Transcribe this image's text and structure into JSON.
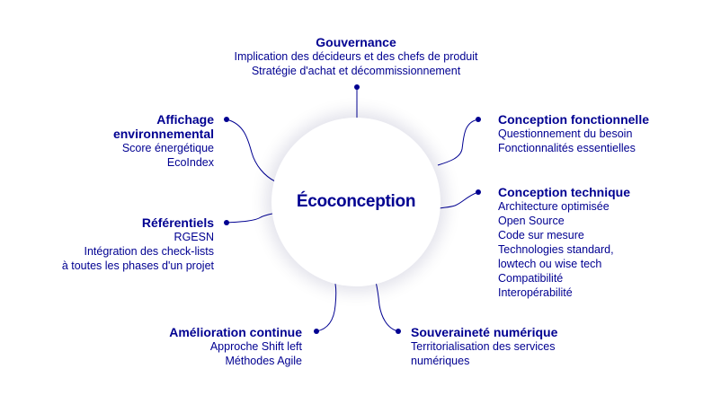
{
  "center": {
    "label": "Écoconception"
  },
  "branches": {
    "gouvernance": {
      "title": "Gouvernance",
      "items": [
        "Implication des décideurs et des chefs de produit",
        "Stratégie d'achat et décommissionnement"
      ]
    },
    "conception_fonctionnelle": {
      "title": "Conception fonctionnelle",
      "items": [
        "Questionnement du besoin",
        "Fonctionnalités essentielles"
      ]
    },
    "conception_technique": {
      "title": "Conception technique",
      "items": [
        "Architecture optimisée",
        "Open Source",
        "Code sur mesure",
        "Technologies standard,",
        "lowtech ou wise tech",
        "Compatibilité",
        "Interopérabilité"
      ]
    },
    "souverainete": {
      "title": "Souveraineté numérique",
      "items": [
        "Territorialisation des services",
        "numériques"
      ]
    },
    "amelioration": {
      "title": "Amélioration continue",
      "items": [
        "Approche Shift left",
        "Méthodes Agile"
      ]
    },
    "referentiels": {
      "title": "Référentiels",
      "items": [
        "RGESN",
        "Intégration des check-lists",
        "à toutes les phases d'un projet"
      ]
    },
    "affichage": {
      "title_lines": [
        "Affichage",
        "environnemental"
      ],
      "items": [
        "Score énergétique",
        "EcoIndex"
      ]
    }
  },
  "colors": {
    "primary": "#000091",
    "background": "#ffffff"
  }
}
